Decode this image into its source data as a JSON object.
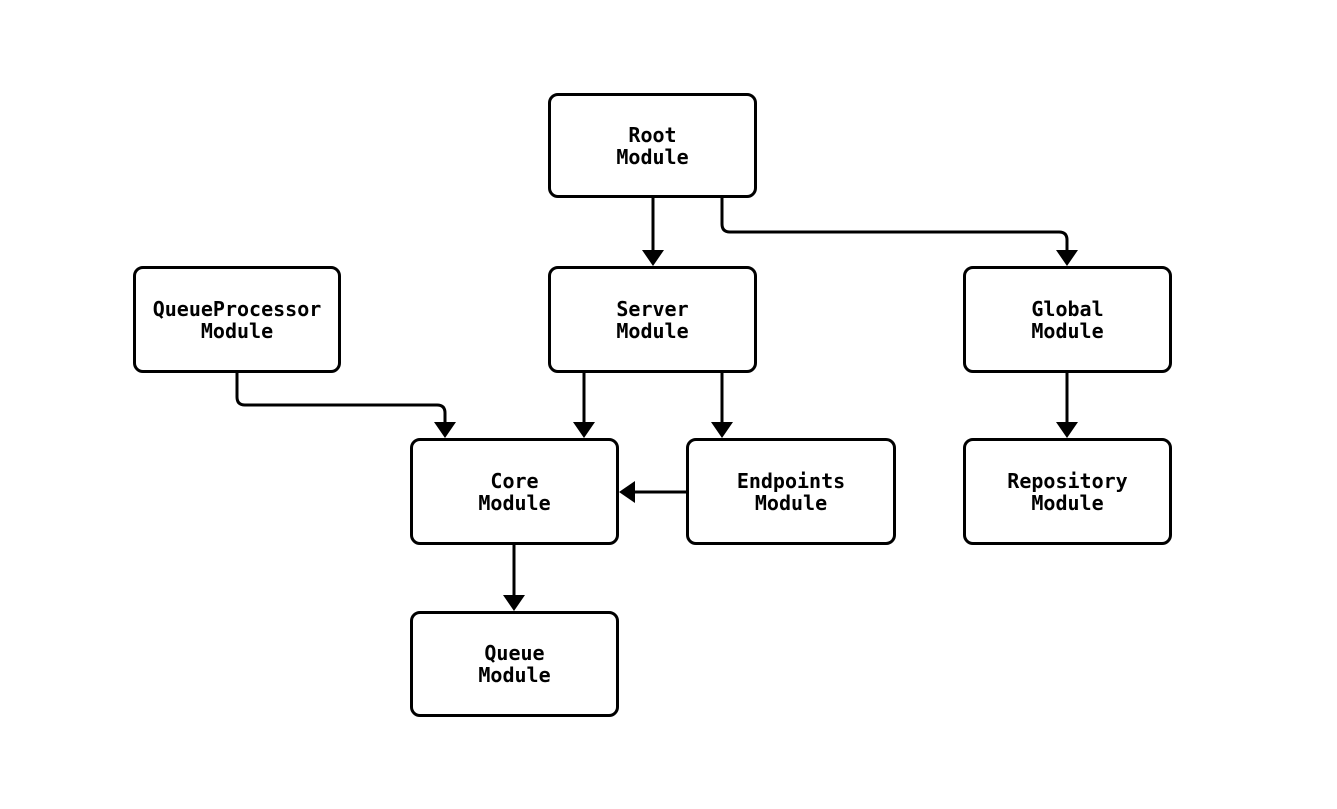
{
  "diagram": {
    "type": "flowchart",
    "direction": "top-down",
    "background_color": "#ffffff",
    "node_fill_color": "#ffffff",
    "node_border_color": "#000000",
    "edge_color": "#000000",
    "text_color": "#000000",
    "nodes": [
      {
        "id": "root",
        "label": "Root\nModule"
      },
      {
        "id": "queueprocessor",
        "label": "QueueProcessor\nModule"
      },
      {
        "id": "server",
        "label": "Server\nModule"
      },
      {
        "id": "global",
        "label": "Global\nModule"
      },
      {
        "id": "core",
        "label": "Core\nModule"
      },
      {
        "id": "endpoints",
        "label": "Endpoints\nModule"
      },
      {
        "id": "repository",
        "label": "Repository\nModule"
      },
      {
        "id": "queue",
        "label": "Queue\nModule"
      }
    ],
    "edges": [
      {
        "from": "root",
        "to": "server"
      },
      {
        "from": "root",
        "to": "global"
      },
      {
        "from": "queueprocessor",
        "to": "core"
      },
      {
        "from": "server",
        "to": "core"
      },
      {
        "from": "server",
        "to": "endpoints"
      },
      {
        "from": "endpoints",
        "to": "core"
      },
      {
        "from": "global",
        "to": "repository"
      },
      {
        "from": "core",
        "to": "queue"
      }
    ]
  }
}
